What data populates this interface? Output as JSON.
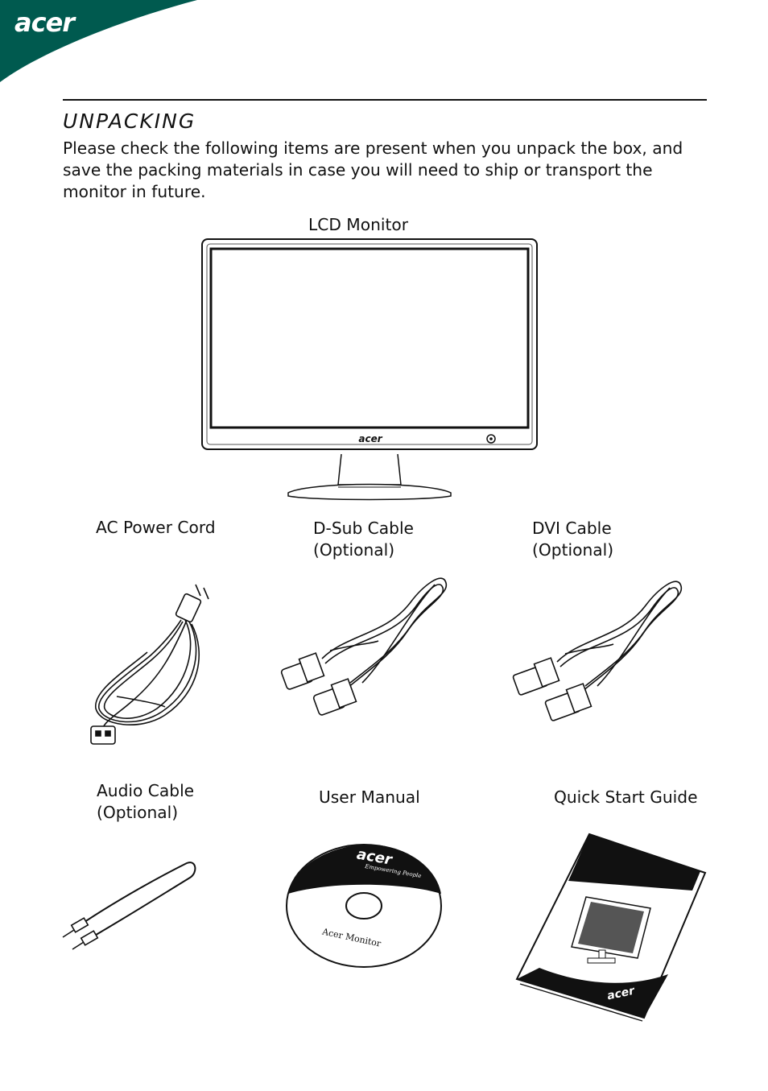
{
  "header": {
    "brand": "acer",
    "brand_color": "#005a4f"
  },
  "section": {
    "title": "UNPACKING",
    "intro": "Please check the following items are present when you unpack the box, and save the packing materials in case you will need to ship or transport the monitor in future."
  },
  "items": {
    "monitor": {
      "label": "LCD Monitor",
      "brand": "acer"
    },
    "power_cord": {
      "label": "AC Power Cord"
    },
    "dsub_cable": {
      "label": "D-Sub Cable",
      "note": "(Optional)"
    },
    "dvi_cable": {
      "label": "DVI Cable",
      "note": "(Optional)"
    },
    "audio_cable": {
      "label": "Audio Cable",
      "note": "(Optional)"
    },
    "user_manual": {
      "label": "User Manual",
      "disc_brand": "acer",
      "disc_tagline": "Empowering People",
      "disc_text": "Acer Monitor"
    },
    "quick_start": {
      "label": "Quick Start Guide",
      "cover_brand": "acer"
    }
  }
}
